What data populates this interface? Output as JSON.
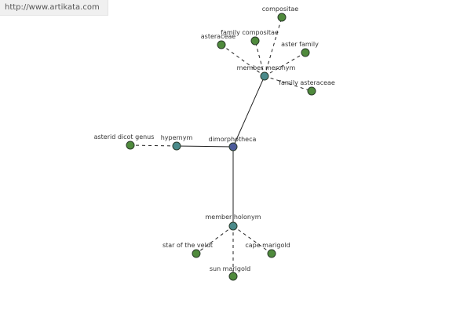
{
  "url": "http://www.artikata.com",
  "graph": {
    "colors": {
      "root": "#4b5a9a",
      "relation": "#4a8a8a",
      "leaf": "#4f8a3c",
      "edge": "#222222",
      "stroke": "#2b3b2b"
    },
    "nodes": {
      "dimorphotheca": "dimorphotheca",
      "hypernym": "hypernym",
      "member_meronym": "member meronym",
      "member_holonym": "member holonym",
      "asterid_dicot_genus": "asterid dicot genus",
      "compositae": "compositae",
      "family_compositae": "family compositae",
      "asteraceae": "asteraceae",
      "aster_family": "aster family",
      "family_asteraceae": "family asteraceae",
      "star_of_the_veldt": "star of the veldt",
      "cape_marigold": "cape marigold",
      "sun_marigold": "sun marigold"
    }
  }
}
